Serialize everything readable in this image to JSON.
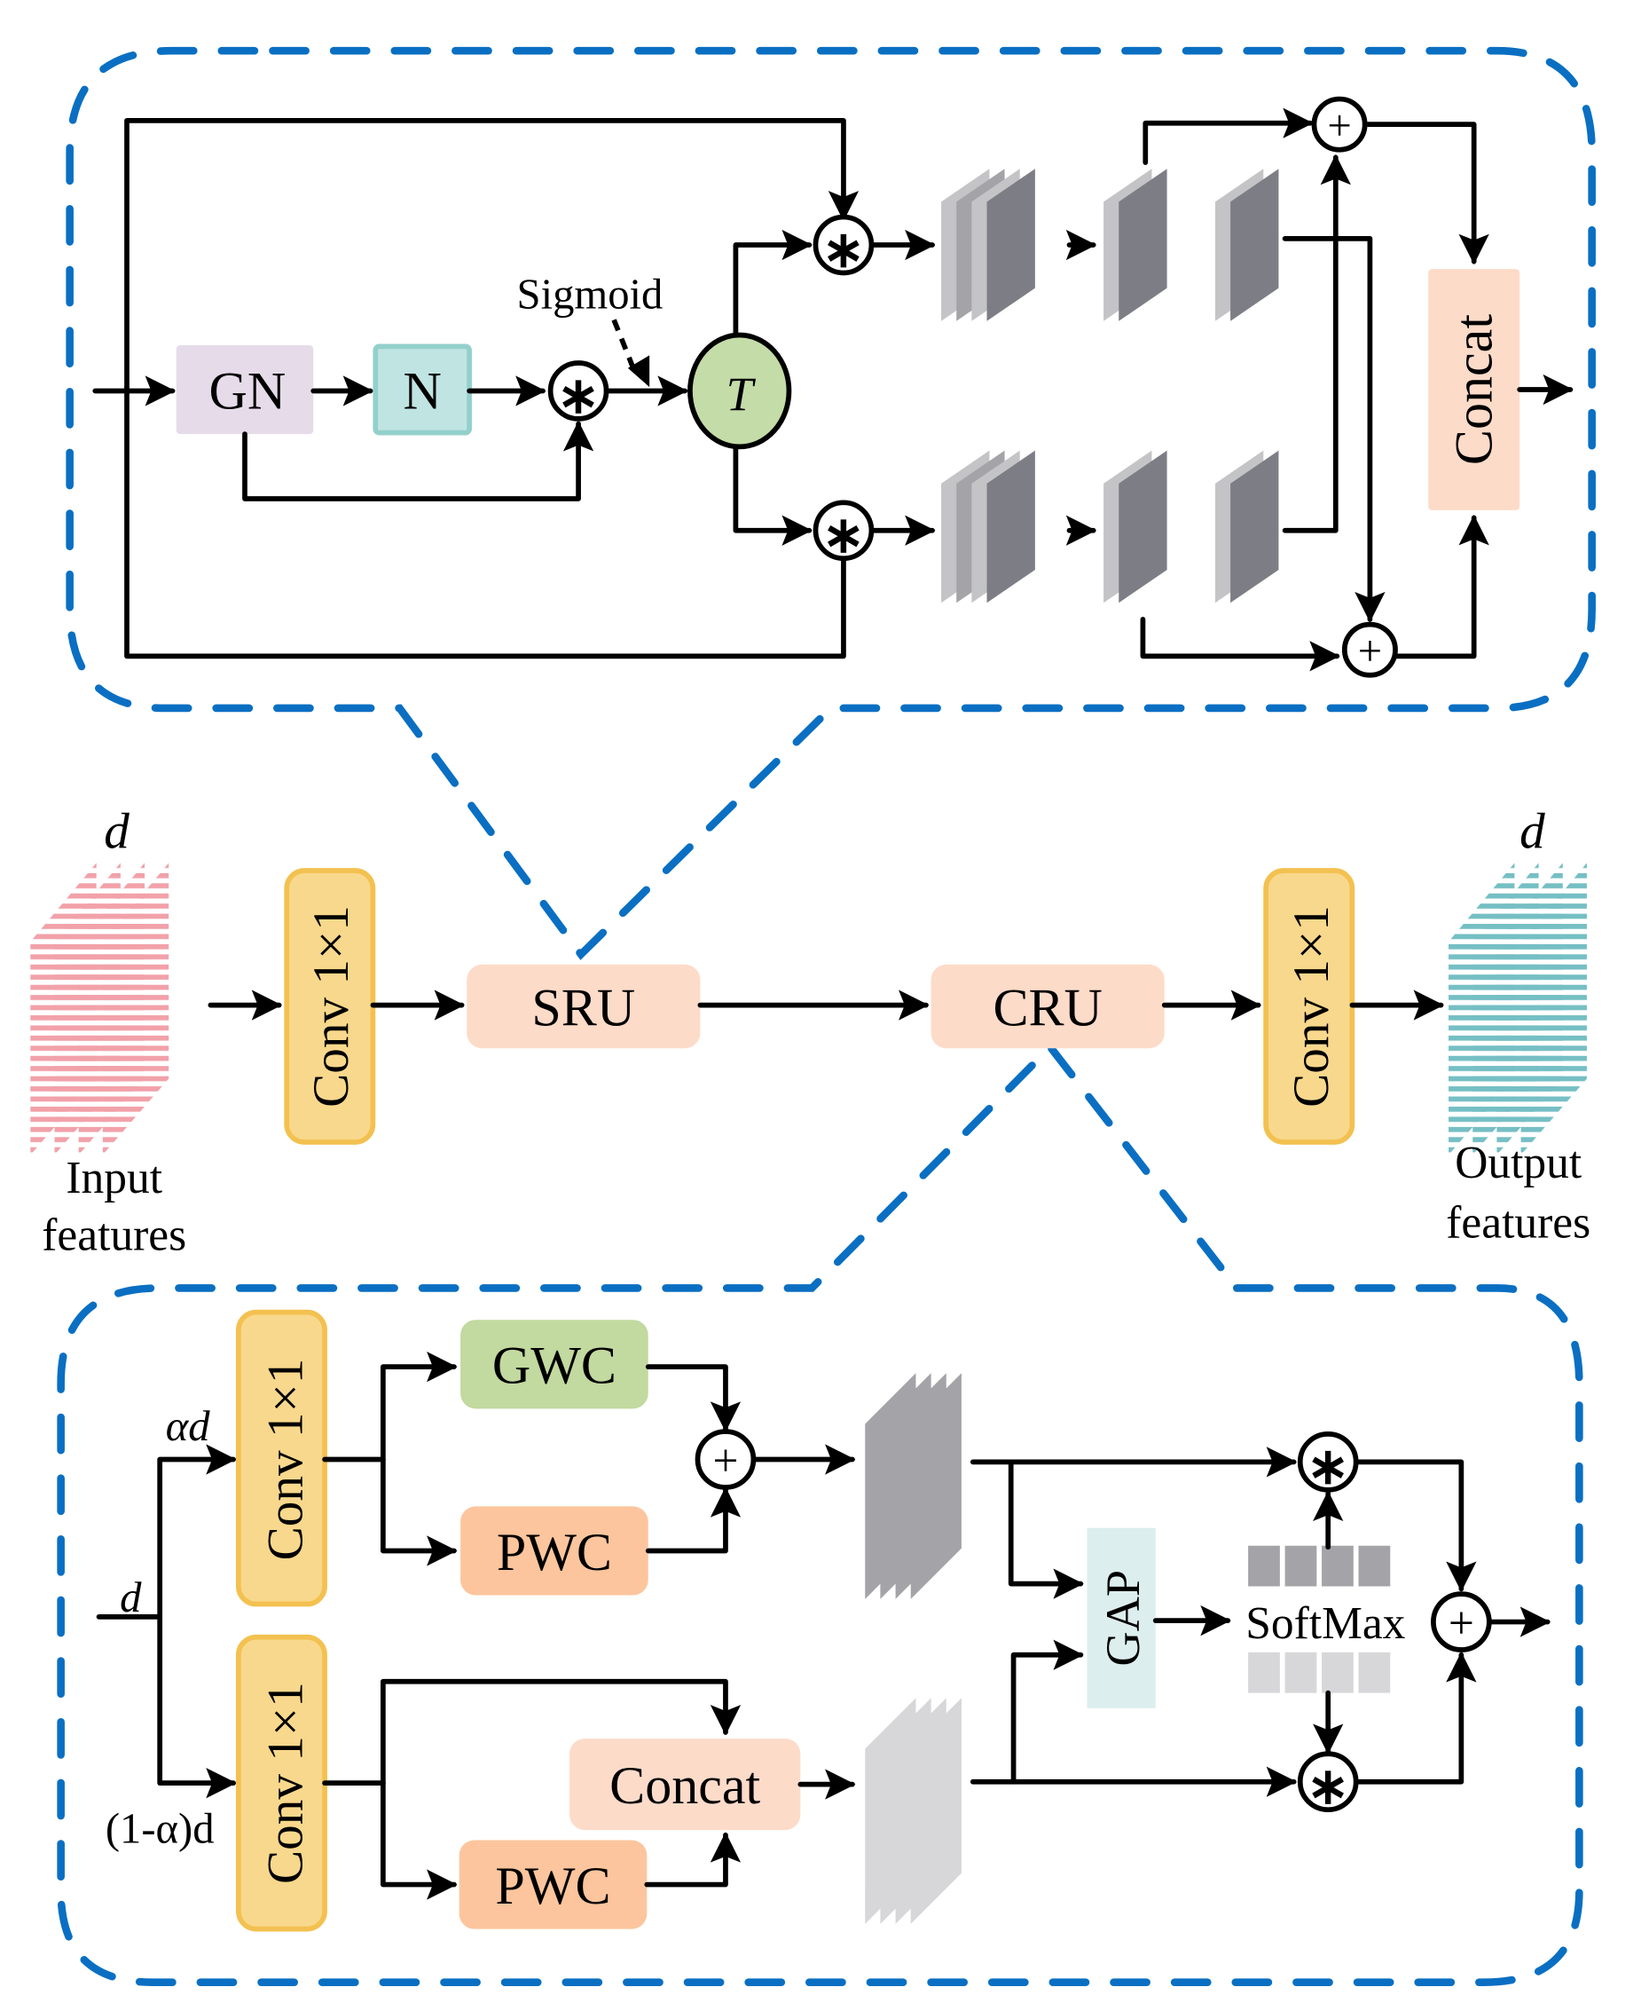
{
  "colors": {
    "dashed_outline": "#0a6fc2",
    "gn_fill": "#e5dbe9",
    "n_fill": "#c0e4e2",
    "n_border": "#93d0cb",
    "t_fill": "#c4dca8",
    "unit_fill": "#fddbc9",
    "conv_fill": "#f8d88c",
    "conv_border": "#f3c150",
    "gwc_fill": "#c2d99f",
    "pwc_fill": "#fcc59d",
    "gap_fill": "#dceeed",
    "input_stripes": "#f2a1a9",
    "output_stripes": "#75bfc4",
    "feature_dark": "#7d7e85",
    "feature_mid": "#a4a4a8",
    "feature_light": "#c4c4c7",
    "feature_pale": "#d7d7d9"
  },
  "main": {
    "input_dim": "d",
    "input_label_1": "Input",
    "input_label_2": "features",
    "conv_in": "Conv 1×1",
    "sru": "SRU",
    "cru": "CRU",
    "conv_out": "Conv 1×1",
    "output_dim": "d",
    "output_label_1": "Output",
    "output_label_2": "features"
  },
  "sru_detail": {
    "gn": "GN",
    "n": "N",
    "sigmoid": "Sigmoid",
    "t": "T",
    "mul": "∗",
    "add": "+",
    "concat": "Concat"
  },
  "cru_detail": {
    "alpha_d": "αd",
    "d": "d",
    "one_minus_alpha_d": "(1-α)d",
    "conv_top": "Conv 1×1",
    "conv_bottom": "Conv 1×1",
    "gwc": "GWC",
    "pwc_top": "PWC",
    "pwc_bottom": "PWC",
    "concat": "Concat",
    "gap": "GAP",
    "softmax": "SoftMax",
    "mul": "∗",
    "add": "+"
  }
}
